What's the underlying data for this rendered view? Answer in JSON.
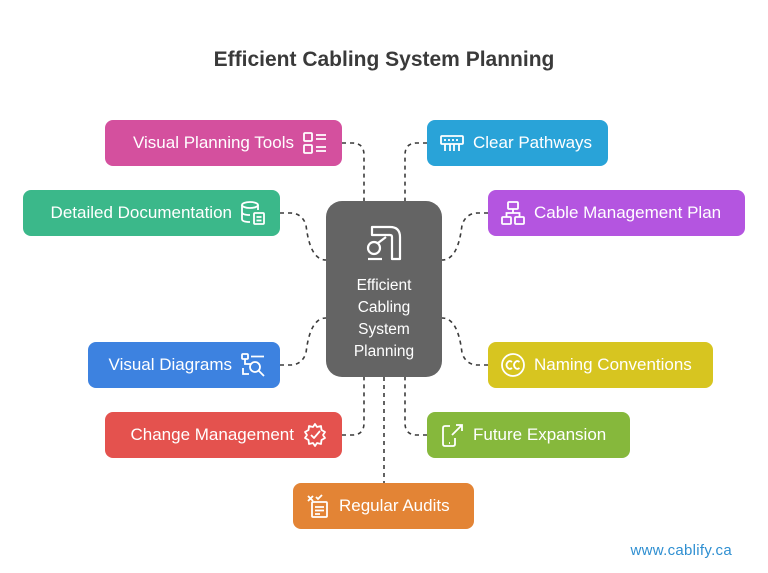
{
  "title": "Efficient Cabling System Planning",
  "hub": {
    "label": "Efficient\nCabling\nSystem\nPlanning",
    "color": "#646464"
  },
  "nodes": [
    {
      "id": "visual-planning-tools",
      "label": "Visual Planning Tools",
      "icon": "checklist-icon",
      "color": "#d4509e"
    },
    {
      "id": "clear-pathways",
      "label": "Clear Pathways",
      "icon": "cable-tray-icon",
      "color": "#29a3d8"
    },
    {
      "id": "detailed-documentation",
      "label": "Detailed Documentation",
      "icon": "database-document-icon",
      "color": "#3bb88a"
    },
    {
      "id": "cable-management-plan",
      "label": "Cable Management Plan",
      "icon": "hierarchy-icon",
      "color": "#b455e0"
    },
    {
      "id": "visual-diagrams",
      "label": "Visual Diagrams",
      "icon": "diagram-search-icon",
      "color": "#3d82e0"
    },
    {
      "id": "naming-conventions",
      "label": "Naming Conventions",
      "icon": "cc-icon",
      "color": "#d7c520"
    },
    {
      "id": "change-management",
      "label": "Change Management",
      "icon": "gear-check-icon",
      "color": "#e4524e"
    },
    {
      "id": "future-expansion",
      "label": "Future Expansion",
      "icon": "phone-arrow-icon",
      "color": "#86b83c"
    },
    {
      "id": "regular-audits",
      "label": "Regular Audits",
      "icon": "audit-icon",
      "color": "#e38435"
    }
  ],
  "watermark": "www.cablify.ca"
}
